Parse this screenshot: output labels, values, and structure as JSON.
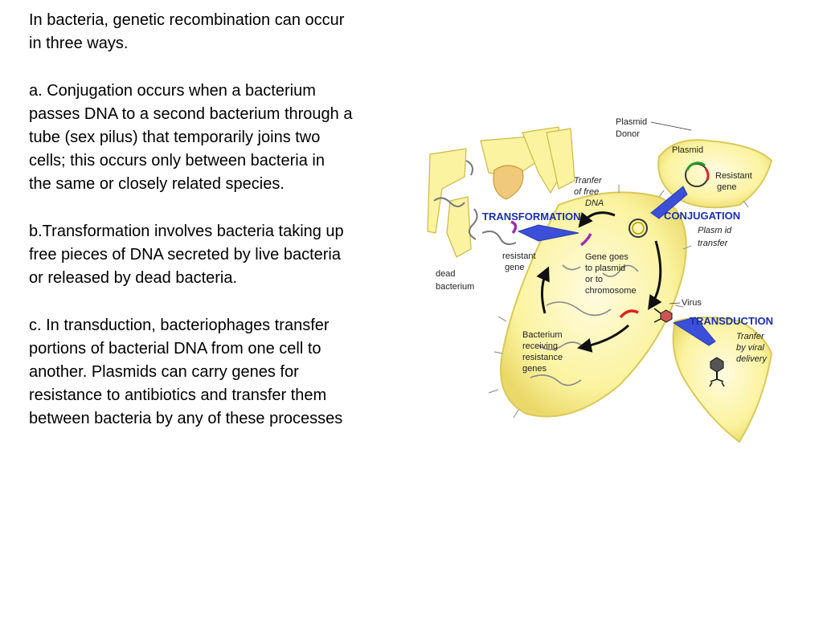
{
  "slide": {
    "paragraphs": [
      "In bacteria, genetic recombination can occur\nin three ways.",
      "a. Conjugation occurs when a bacterium\npasses DNA to a second bacterium through a\ntube (sex pilus) that temporarily joins two\ncells; this occurs only between bacteria in\nthe same or closely related species.",
      "b.Transformation involves bacteria taking up\nfree pieces of DNA secreted by live bacteria\nor released by dead bacteria.",
      "c. In transduction, bacteriophages transfer\nportions of bacterial DNA from one cell to\nanother. Plasmids can carry genes for\nresistance to antibiotics and transfer them\nbetween bacteria by any of these processes"
    ]
  },
  "figure": {
    "processes": {
      "transformation": "TRANSFORMATION",
      "conjugation": "CONJUGATION",
      "transduction": "TRANSDUCTION"
    },
    "labels": {
      "plasmid_donor_1": "Plasmid",
      "plasmid_donor_2": "Donor",
      "plasmid": "Plasmid",
      "resistant_gene_1": "Resistant",
      "resistant_gene_2": "gene",
      "transfer_free_dna_1": "Tranfer",
      "transfer_free_dna_2": "of free",
      "transfer_free_dna_3": "DNA",
      "plasmid_transfer_1": "Plasm id",
      "plasmid_transfer_2": "transfer",
      "resistant_gene_left_1": "resistant",
      "resistant_gene_left_2": "gene",
      "dead_bacterium_1": "dead",
      "dead_bacterium_2": "bacterium",
      "gene_goes_1": "Gene goes",
      "gene_goes_2": "to plasmid",
      "gene_goes_3": "or to",
      "gene_goes_4": "chromosome",
      "virus": "Virus",
      "transfer_viral_1": "Tranfer",
      "transfer_viral_2": "by viral",
      "transfer_viral_3": "delivery",
      "receiving_1": "Bacterium",
      "receiving_2": "receiving",
      "receiving_3": "resistance",
      "receiving_4": "genes"
    },
    "colors": {
      "cell_fill": "#fbf3a0",
      "cell_stroke": "#d8c95a",
      "process_blue": "#1a2fa8",
      "arrow_blue": "#3b4fd8",
      "gene_purple": "#9b2fb0",
      "gene_red": "#e02020"
    }
  }
}
